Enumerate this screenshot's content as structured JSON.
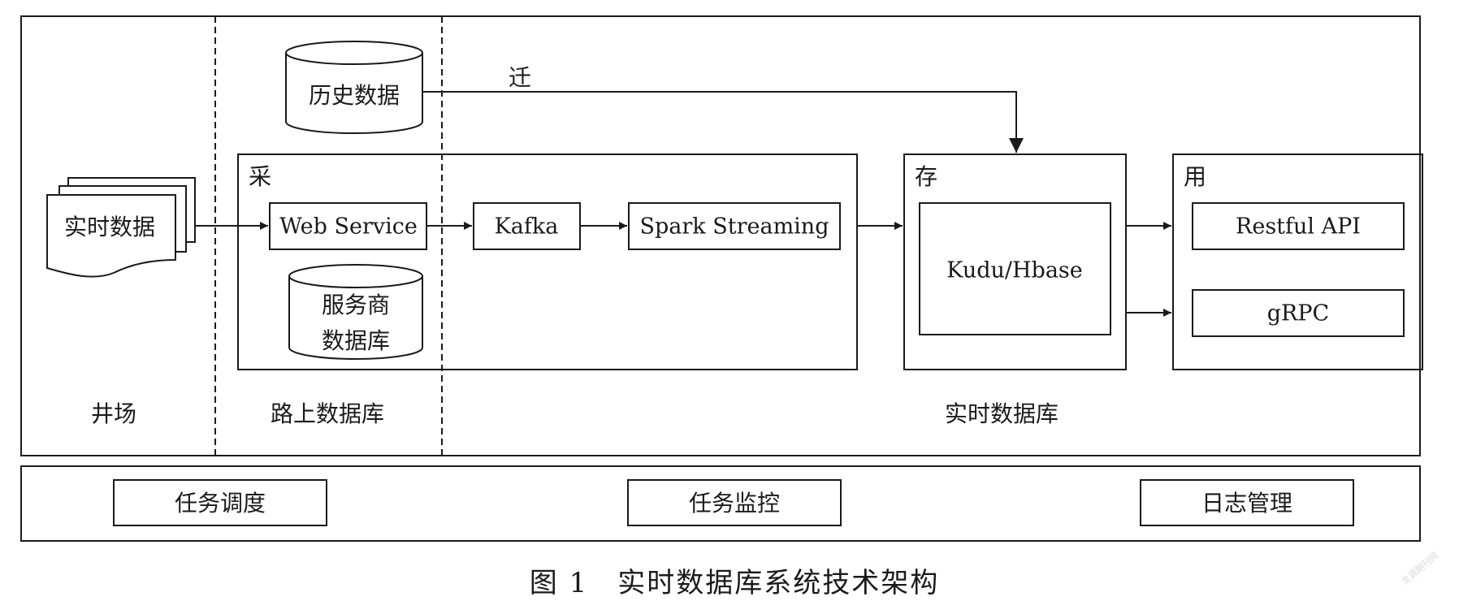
{
  "diagram": {
    "zones": {
      "field": "井场",
      "road_db": "路上数据库",
      "realtime_db": "实时数据库"
    },
    "nodes": {
      "realtime_data": "实时数据",
      "history_data": "历史数据",
      "collect_group": "采",
      "web_service": "Web Service",
      "provider_db_line1": "服务商",
      "provider_db_line2": "数据库",
      "kafka": "Kafka",
      "spark_streaming": "Spark Streaming",
      "store_group": "存",
      "kudu_hbase": "Kudu/Hbase",
      "use_group": "用",
      "restful_api": "Restful API",
      "grpc": "gRPC"
    },
    "edge_labels": {
      "migrate": "迁"
    },
    "bottom_bar": {
      "task_scheduling": "任务调度",
      "task_monitoring": "任务监控",
      "log_management": "日志管理"
    }
  },
  "caption": "图 1　实时数据库系统技术架构",
  "watermark": "龙源期刊网",
  "colors": {
    "stroke": "#1a1a1a",
    "background": "#ffffff",
    "watermark": "#d9d9d9"
  }
}
